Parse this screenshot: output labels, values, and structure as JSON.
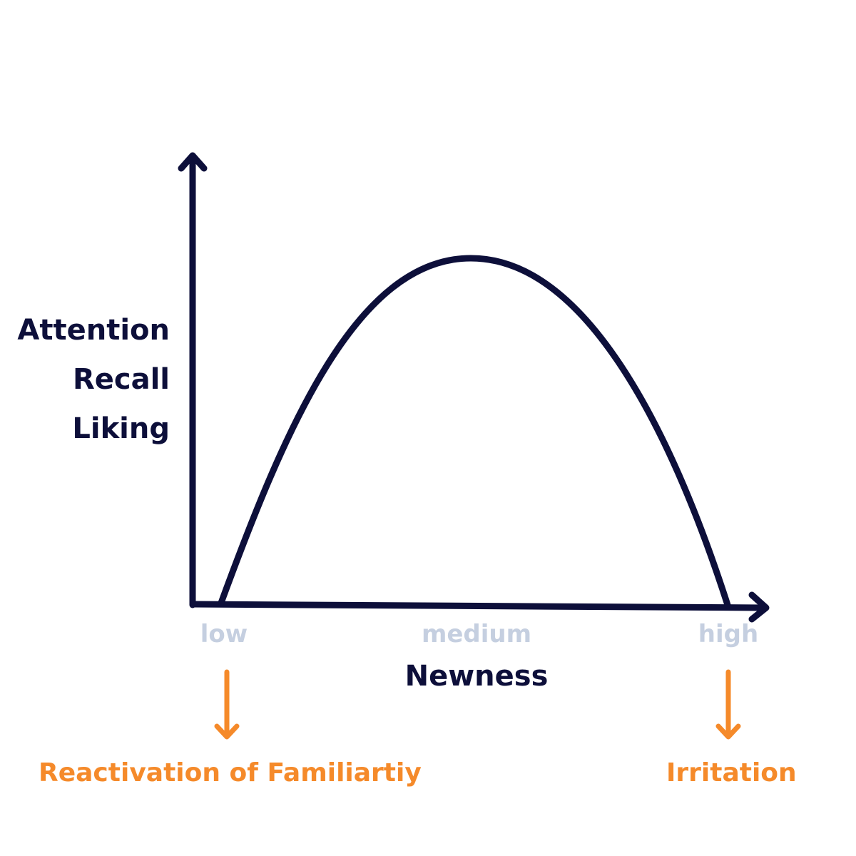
{
  "y_axis": {
    "labels": [
      "Attention",
      "Recall",
      "Liking"
    ]
  },
  "x_axis": {
    "title": "Newness",
    "ticks": [
      "low",
      "medium",
      "high"
    ]
  },
  "outcomes": {
    "low": "Reactivation of Familiartiy",
    "high": "Irritation"
  },
  "colors": {
    "ink": "#0d0f3a",
    "tick": "#c5cfe0",
    "accent": "#f58a2a",
    "background": "#ffffff"
  },
  "curve": {
    "shape": "inverted-u",
    "peak_at": "medium"
  }
}
